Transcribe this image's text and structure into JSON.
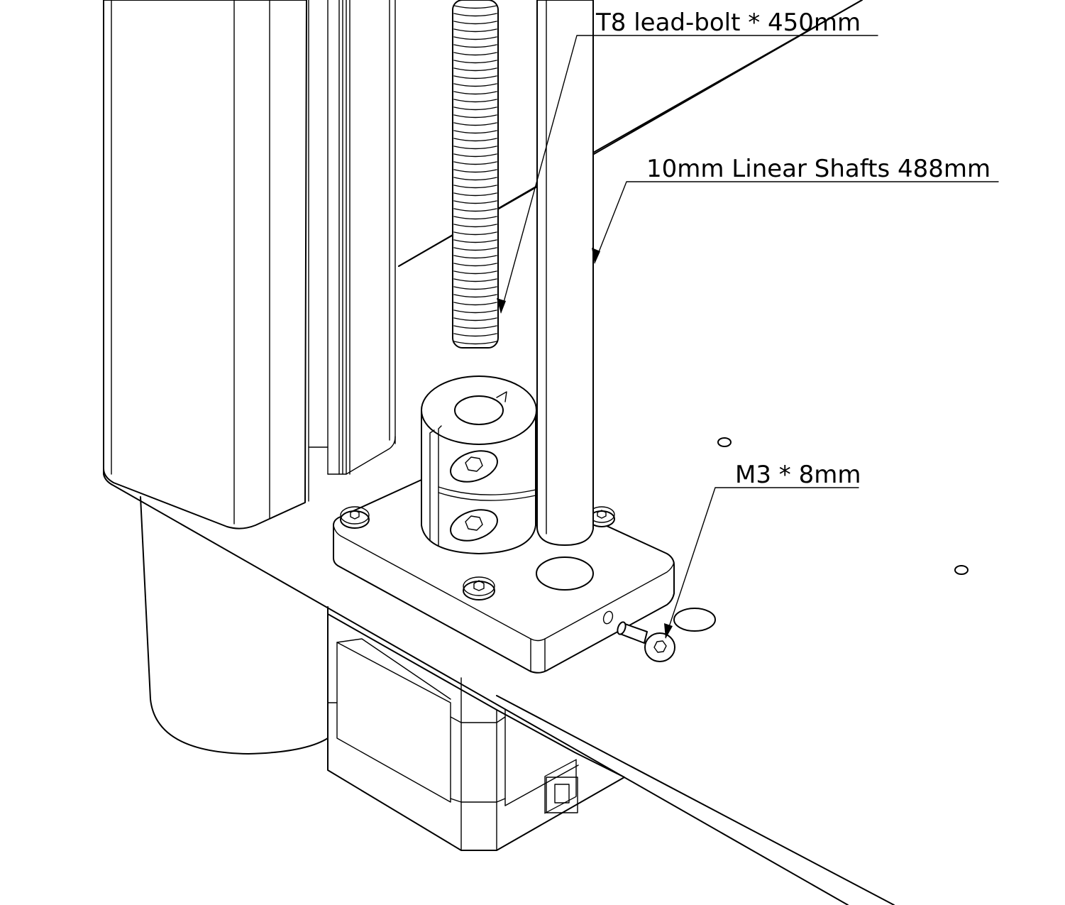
{
  "diagram": {
    "callouts": [
      {
        "id": "lead-screw",
        "text": "T8 lead-bolt  * 450mm"
      },
      {
        "id": "linear-shaft",
        "text": "10mm Linear Shafts 488mm"
      },
      {
        "id": "screw",
        "text": "M3 * 8mm"
      }
    ]
  }
}
